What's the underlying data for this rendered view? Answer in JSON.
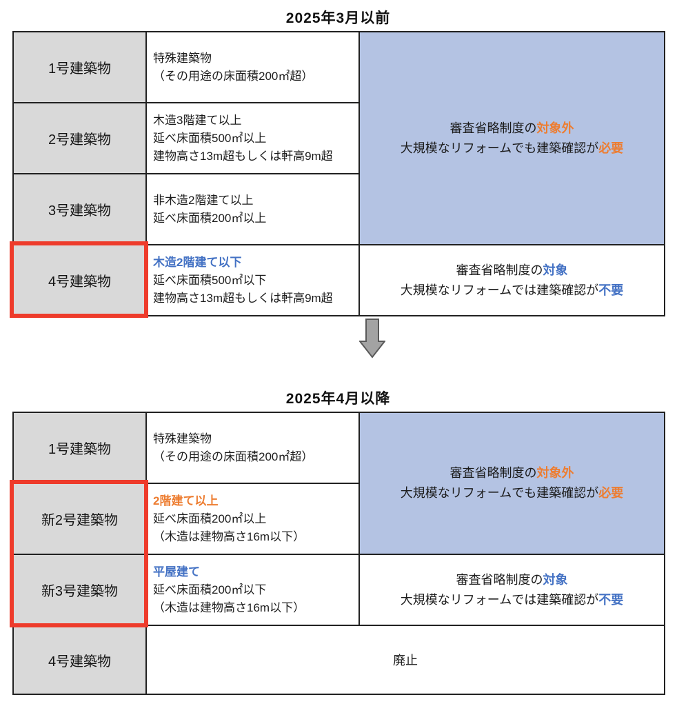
{
  "titles": {
    "before": "2025年3月以前",
    "after": "2025年4月以降"
  },
  "colors": {
    "label_gray_bg": "#d9d9d9",
    "merged_blue_bg": "#b4c3e3",
    "accent_orange": "#ed7d31",
    "accent_blue": "#4472c4",
    "highlight_red_border": "#ee3b2b",
    "arrow_gray": "#a3a3a3",
    "table_border": "#212121"
  },
  "table_before": {
    "rows": [
      {
        "label": "1号建築物",
        "highlighted": false,
        "desc": [
          [
            {
              "t": "特殊建築物"
            }
          ],
          [
            {
              "t": "（その用途の床面積200㎡超）"
            }
          ]
        ]
      },
      {
        "label": "2号建築物",
        "highlighted": false,
        "desc": [
          [
            {
              "t": "木造3階建て以上"
            }
          ],
          [
            {
              "t": "延べ床面積500㎡以上"
            }
          ],
          [
            {
              "t": "建物高さ13m超もしくは軒高9m超"
            }
          ]
        ]
      },
      {
        "label": "3号建築物",
        "highlighted": false,
        "desc": [
          [
            {
              "t": "非木造2階建て以上"
            }
          ],
          [
            {
              "t": "延べ床面積200㎡以上"
            }
          ]
        ]
      },
      {
        "label": "4号建築物",
        "highlighted": true,
        "desc": [
          [
            {
              "t": "木造2階建て以下",
              "c": "blue",
              "b": true
            }
          ],
          [
            {
              "t": "延べ床面積500㎡以下"
            }
          ],
          [
            {
              "t": "建物高さ13m超もしくは軒高9m超"
            }
          ]
        ]
      }
    ],
    "status_excluded": [
      [
        {
          "t": "審査省略制度の"
        },
        {
          "t": "対象外",
          "c": "orange",
          "b": true
        }
      ],
      [
        {
          "t": "大規模なリフォームでも建築確認が"
        },
        {
          "t": "必要",
          "c": "orange",
          "b": true
        }
      ]
    ],
    "status_included": [
      [
        {
          "t": "審査省略制度の"
        },
        {
          "t": "対象",
          "c": "blue",
          "b": true
        }
      ],
      [
        {
          "t": "大規模なリフォームでは建築確認が"
        },
        {
          "t": "不要",
          "c": "blue",
          "b": true
        }
      ]
    ]
  },
  "table_after": {
    "rows": [
      {
        "label": "1号建築物",
        "highlighted": false,
        "desc": [
          [
            {
              "t": "特殊建築物"
            }
          ],
          [
            {
              "t": "（その用途の床面積200㎡超）"
            }
          ]
        ]
      },
      {
        "label": "新2号建築物",
        "highlighted": true,
        "desc": [
          [
            {
              "t": "2階建て以上",
              "c": "orange",
              "b": true
            }
          ],
          [
            {
              "t": "延べ床面積200㎡以上"
            }
          ],
          [
            {
              "t": "（木造は建物高さ16m以下）"
            }
          ]
        ]
      },
      {
        "label": "新3号建築物",
        "highlighted": true,
        "desc": [
          [
            {
              "t": "平屋建て",
              "c": "blue",
              "b": true
            }
          ],
          [
            {
              "t": "延べ床面積200㎡以下"
            }
          ],
          [
            {
              "t": "（木造は建物高さ16m以下）"
            }
          ]
        ]
      },
      {
        "label": "4号建築物",
        "highlighted": false,
        "desc": []
      }
    ],
    "status_excluded": [
      [
        {
          "t": "審査省略制度の"
        },
        {
          "t": "対象外",
          "c": "orange",
          "b": true
        }
      ],
      [
        {
          "t": "大規模なリフォームでも建築確認が"
        },
        {
          "t": "必要",
          "c": "orange",
          "b": true
        }
      ]
    ],
    "status_included": [
      [
        {
          "t": "審査省略制度の"
        },
        {
          "t": "対象",
          "c": "blue",
          "b": true
        }
      ],
      [
        {
          "t": "大規模なリフォームでは建築確認が"
        },
        {
          "t": "不要",
          "c": "blue",
          "b": true
        }
      ]
    ],
    "abolished": "廃止"
  }
}
